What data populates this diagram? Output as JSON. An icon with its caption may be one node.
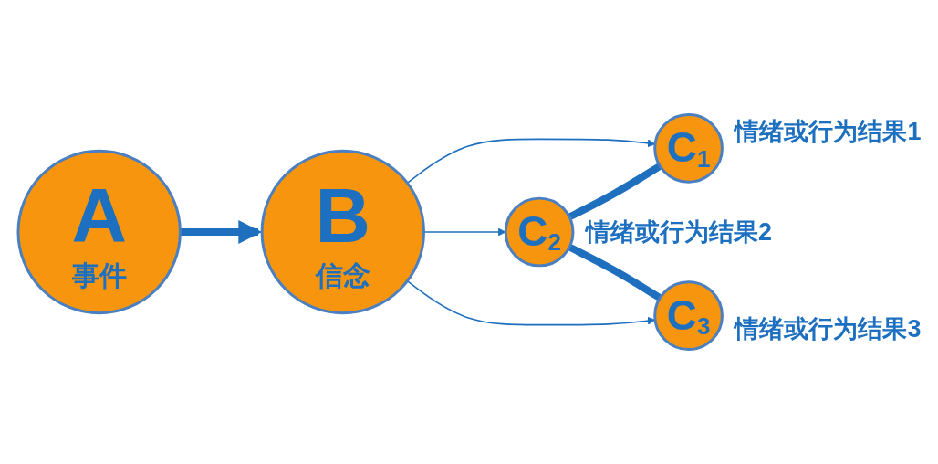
{
  "diagram": {
    "nodes": [
      {
        "text": [
          "A",
          "事件"
        ]
      },
      {
        "text": [
          "B",
          "信念"
        ]
      },
      {
        "text": [
          "C$_{1}$"
        ],
        "beside": [
          "情绪或行为结果1"
        ]
      },
      {
        "text": [
          "C$_{2}$"
        ],
        "beside": [
          "情绪或行为结果2"
        ]
      },
      {
        "text": [
          "C$_{3}$"
        ],
        "beside": [
          "情绪或行为结果3"
        ]
      }
    ],
    "edges": [
      {
        "from": 0,
        "to": 1,
        "arrow": "to",
        "style": "thick"
      },
      {
        "from": 1,
        "to": 2,
        "arrow": "to"
      },
      {
        "from": 1,
        "to": 3,
        "arrow": "to"
      },
      {
        "from": 1,
        "to": 4,
        "arrow": "to"
      },
      {
        "from": 3,
        "to": 2,
        "arrow": "none",
        "style": "thick"
      },
      {
        "from": 3,
        "to": 4,
        "arrow": "none",
        "style": "thick"
      }
    ]
  }
}
